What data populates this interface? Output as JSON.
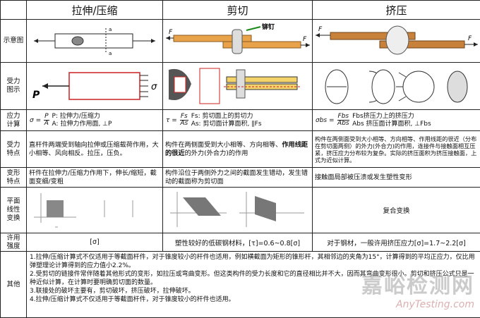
{
  "header": {
    "col_tension": "拉伸/压缩",
    "col_shear": "剪切",
    "col_bearing": "挤压"
  },
  "rows": {
    "diagram": "示意图",
    "force_diagram_1": "受力",
    "force_diagram_2": "图示",
    "calc_1": "应力",
    "calc_2": "计算",
    "features_1": "受力",
    "features_2": "特点",
    "deform_1": "变形",
    "deform_2": "特点",
    "plane_1": "平面",
    "plane_2": "线性",
    "plane_3": "变换",
    "allow_1": "许用",
    "allow_2": "强度",
    "other": "其他"
  },
  "tension": {
    "force_P": "P",
    "sigma": "σ",
    "formula_lhs": "σ =",
    "formula_num": "P",
    "formula_den": "A",
    "desc_1": "P:  拉伸力/压缩力",
    "desc_2": "A:  拉伸力作用面, ⊥P",
    "features": "直杆件两端受到轴向拉伸或压缩载荷作用，大小相等、风向相反。拉压，压负。",
    "deform": "杆件在拉伸力/压缩力作用下，伸长/缩短，截面变细/变粗",
    "allow": "[σ]"
  },
  "shear": {
    "rivet_label": "铆钉",
    "force_F": "F",
    "formula_lhs": "τ =",
    "formula_num": "Fs",
    "formula_den": "As",
    "desc_1": "Fs:  剪切面上的剪切力",
    "desc_2": "As:  剪切面计算面积, ∥Fs",
    "features_a": "构件在两侧面受到大小相等、方向相等、",
    "features_b": "作用线距的很近",
    "features_c": "的外力(外合力)的作用",
    "deform": "构件沿位于两侧外力之间的截面发生错动，发生错动的截面称为剪切面",
    "allow": "塑性较好的低碳钢材料，[τ]=0.6~0.8[σ]"
  },
  "bearing": {
    "force_F": "F",
    "formula_lhs": "σbs =",
    "formula_num": "Fbs",
    "formula_den": "Abs",
    "desc_1": "Fbs挤压力上的挤压力",
    "desc_2": "Abs 挤压面计算面积, ⊥Fbs",
    "features": "构件在两侧面受到大小相等、方向相等、作用线距的很近（分布在剪切面两侧）的外力(外合力)的作用，连接件与接触面相互压紧，挤压应力分布较为复杂。实际的挤压面积为挤压接触面，上式为近似计算。",
    "deform": "接触面局部被压溃或发生塑性变形",
    "plane": "复合变换",
    "allow": "对于钢材，一般许用挤压应力[σ]=1.7~2.2[σ]"
  },
  "other": {
    "line1": "1.拉伸/压缩计算式不仅适用于等截面杆件，对于锥度较小的杆件也适用，例如横截面为矩形的锥形杆，其相邻边的夹角为15°，计算得到的平均正应力，仅比用弹塑理论计算得到的应力值小2.2%。",
    "line2": "2.受剪切的链接件常伴随着其他形式的变形，如拉压或弯曲变形。但这类构件的受力长度和它的直径相比并不大，因而其弯曲变形很小。剪切和挤压公式只是一种近似计算，在计算时要明确剪切面的数量。",
    "line3": "3.联接处的破坏主要有，剪切破坏，挤压破坏，拉伸破坏。",
    "line4": "4.拉伸/压缩计算式不仅适用于等截面杆件，对于锥度较小的杆件也适用。"
  },
  "watermark": {
    "cn": "嘉峪检测网",
    "en": "AnyTesting.com"
  },
  "colors": {
    "border": "#222222",
    "rivet_arrow": "#1a8a1a",
    "bar_orange": "#e8a24a",
    "red_box": "#cc2222"
  }
}
